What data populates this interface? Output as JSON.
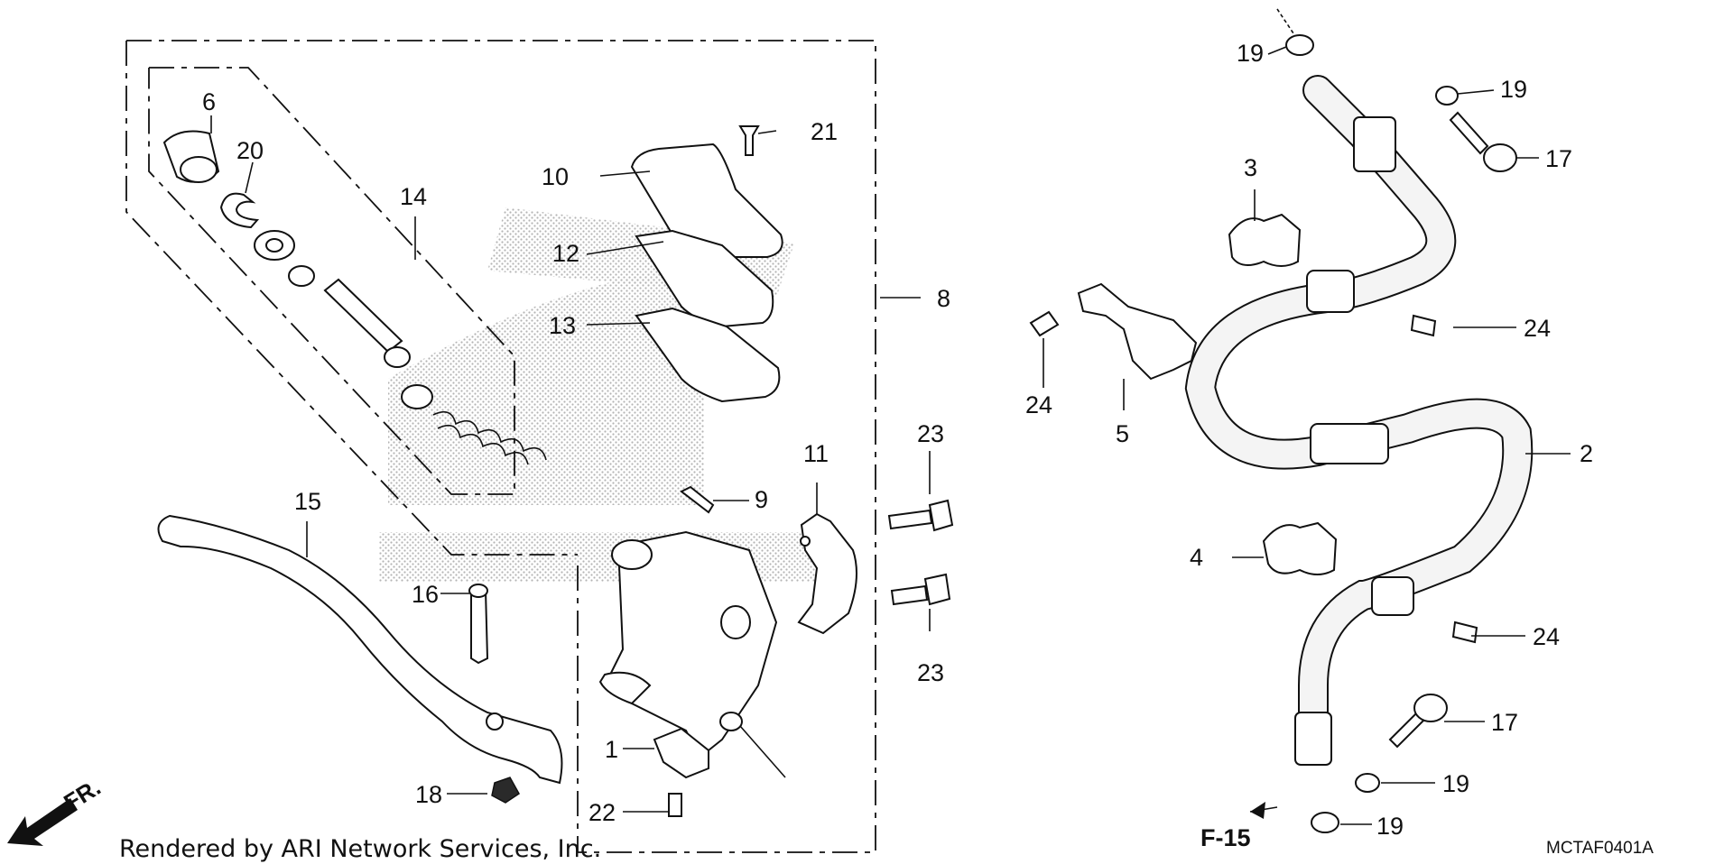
{
  "diagram": {
    "credit": "Rendered by ARI Network Services, Inc.",
    "code": "MCTAF0401A",
    "reference": "F-15",
    "direction_label": "FR.",
    "callouts": {
      "c1": "1",
      "c2": "2",
      "c3": "3",
      "c4": "4",
      "c5": "5",
      "c6": "6",
      "c8": "8",
      "c9": "9",
      "c10": "10",
      "c11": "11",
      "c12": "12",
      "c13": "13",
      "c14": "14",
      "c15": "15",
      "c16": "16",
      "c17a": "17",
      "c17b": "17",
      "c18": "18",
      "c19a": "19",
      "c19b": "19",
      "c19c": "19",
      "c19d": "19",
      "c20": "20",
      "c21": "21",
      "c22": "22",
      "c23a": "23",
      "c23b": "23",
      "c24a": "24",
      "c24b": "24",
      "c24c": "24"
    }
  }
}
